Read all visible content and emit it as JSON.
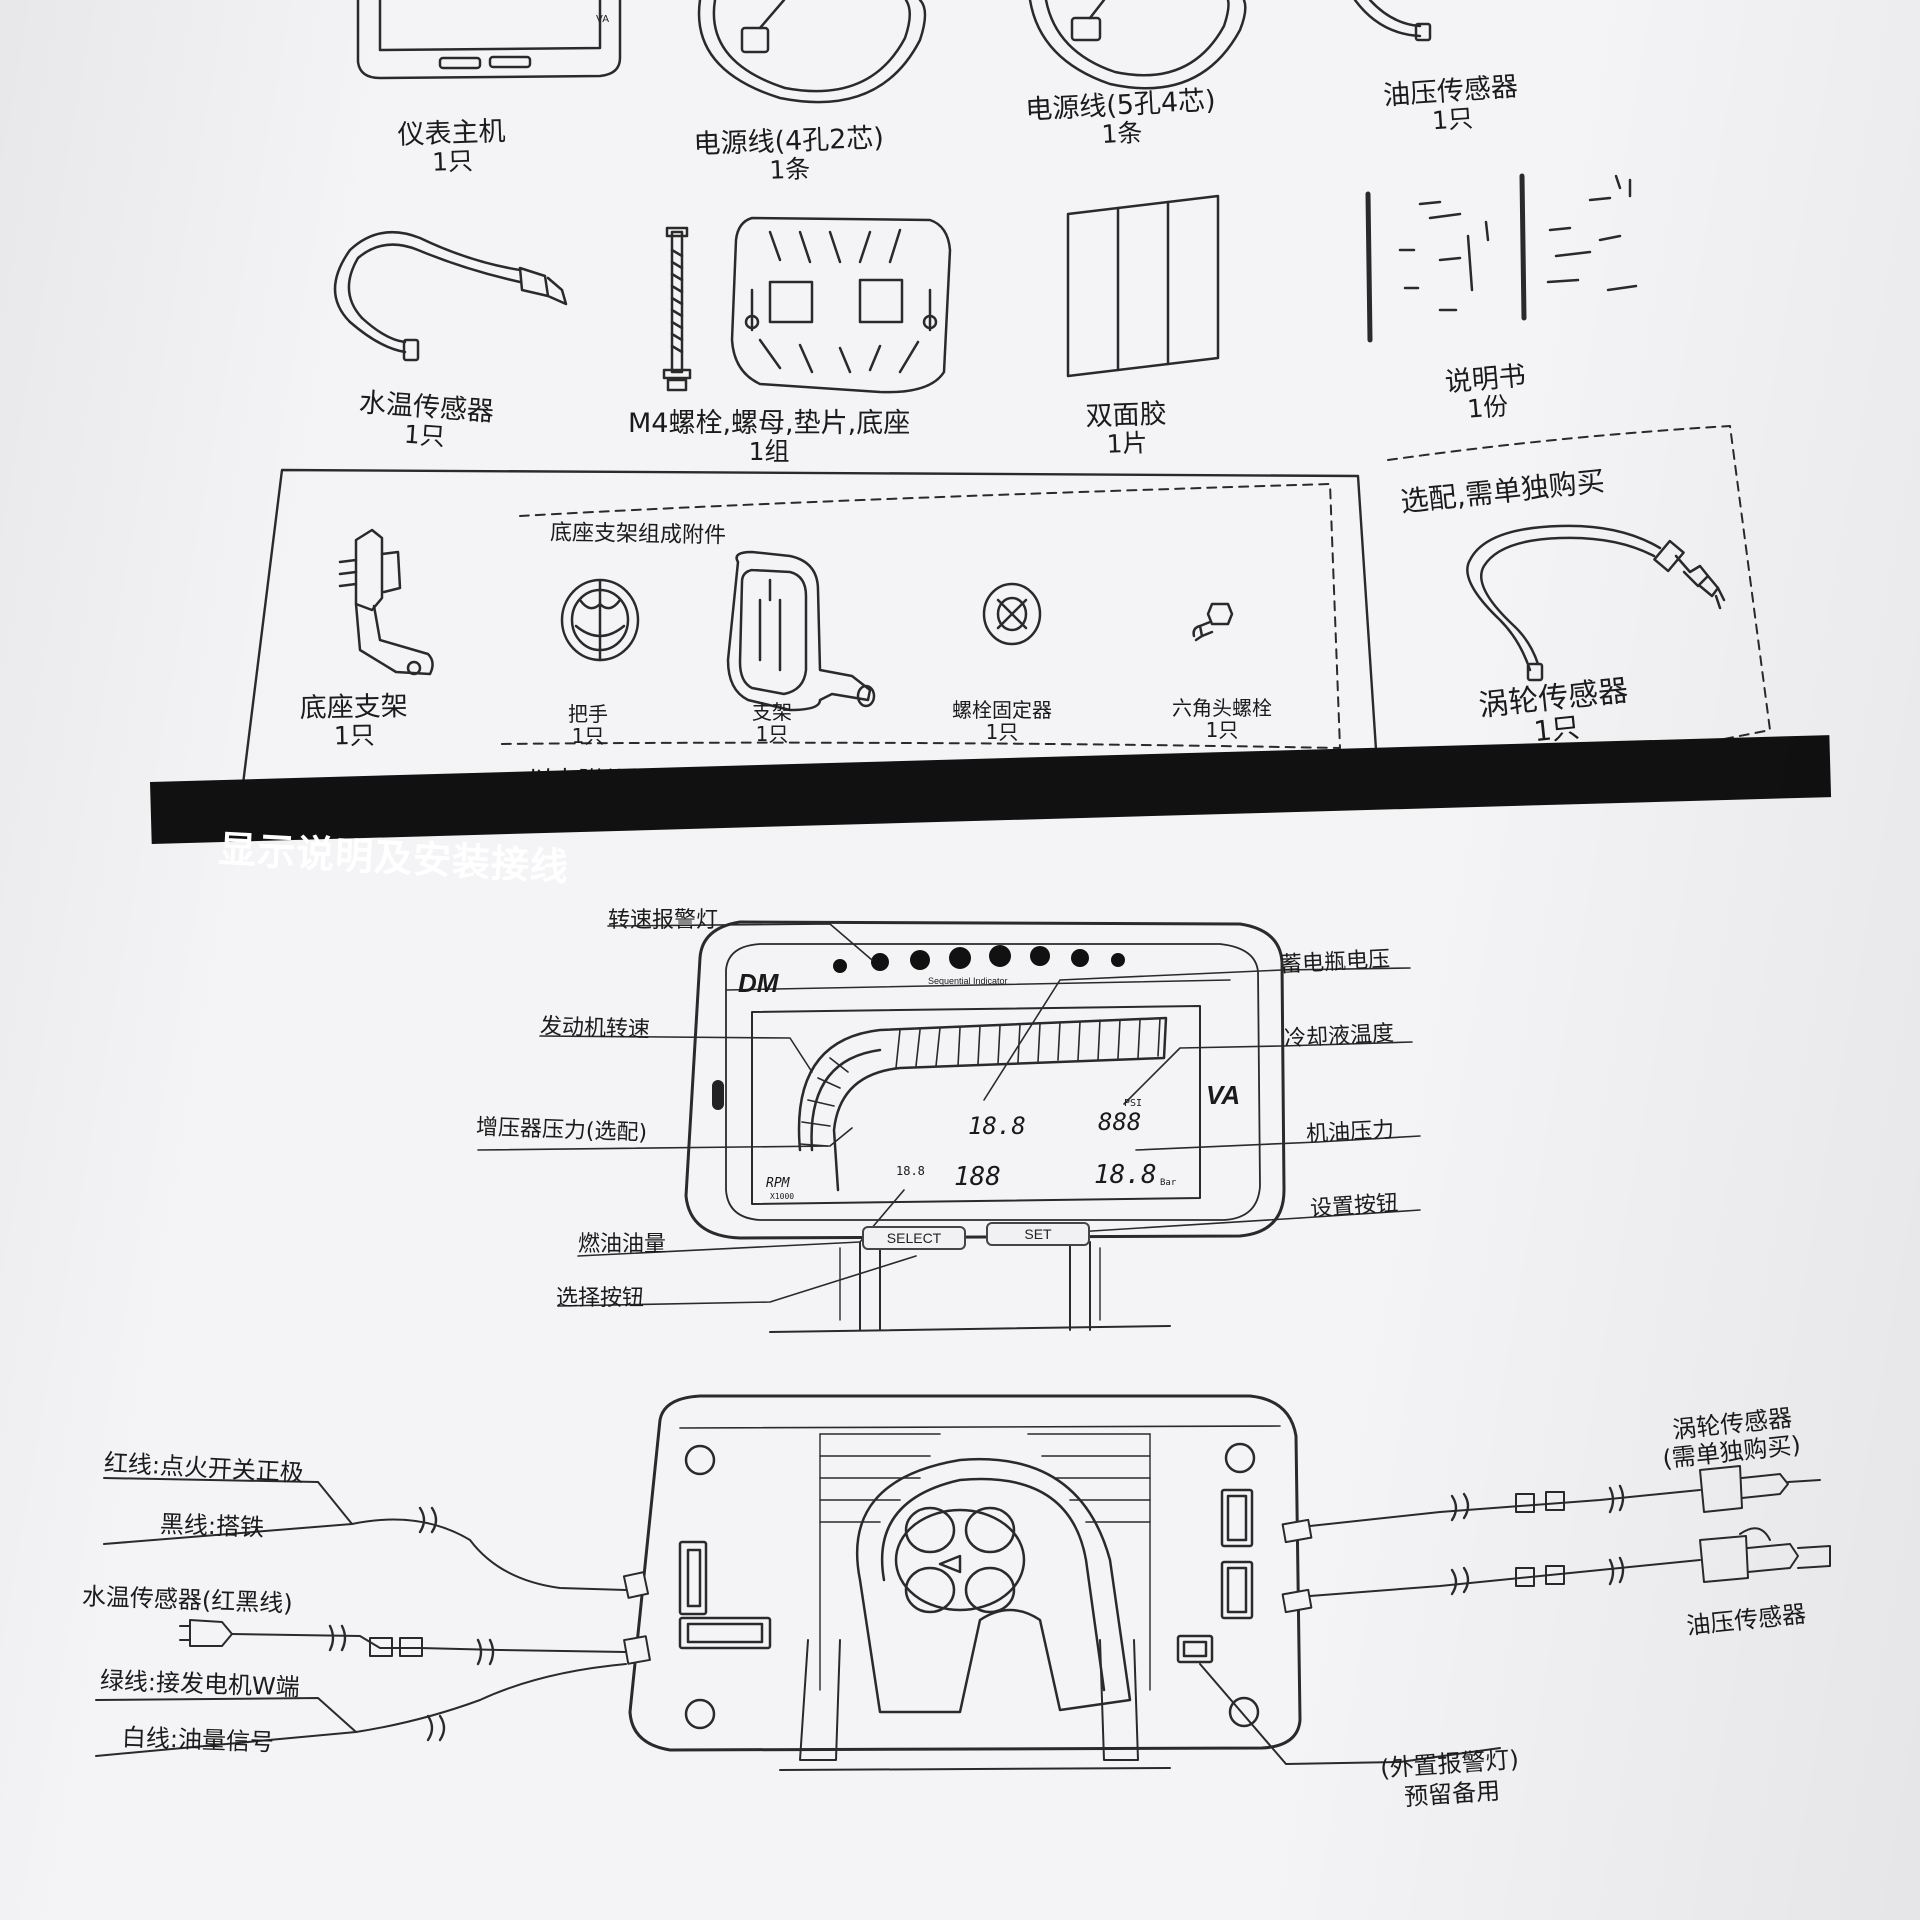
{
  "parts": [
    {
      "name": "仪表主机",
      "qty": "1只"
    },
    {
      "name": "电源线(4孔2芯)",
      "qty": "1条"
    },
    {
      "name": "电源线(5孔4芯)",
      "qty": "1条"
    },
    {
      "name": "油压传感器",
      "qty": "1只"
    },
    {
      "name": "水温传感器",
      "qty": "1只"
    },
    {
      "name": "M4螺栓,螺母,垫片,底座",
      "qty": "1组"
    },
    {
      "name": "双面胶",
      "qty": "1片"
    },
    {
      "name": "说明书",
      "qty": "1份"
    }
  ],
  "bracket": {
    "main": {
      "name": "底座支架",
      "qty": "1只"
    },
    "group_title": "底座支架组成附件",
    "items": [
      {
        "name": "把手",
        "qty": "1只"
      },
      {
        "name": "支架",
        "qty": "1只"
      },
      {
        "name": "螺栓固定器",
        "qty": "1只"
      },
      {
        "name": "六角头螺栓",
        "qty": "1只"
      }
    ],
    "footer": "以上附件组成底座支架"
  },
  "optional": {
    "title": "选配,需单独购买",
    "name": "涡轮传感器",
    "qty": "1只"
  },
  "section": {
    "title": "显示说明及安装接线"
  },
  "gauge": {
    "brand": "DM",
    "brand_right": "VA",
    "indicator_text": "Sequential Indicator",
    "rpm_label": "RPM",
    "rpm_unit": "X1000",
    "volt_value": "18.8",
    "temp_value": "888",
    "boost_value": "18.8",
    "fuel_value": "188",
    "oil_value": "18.8",
    "psi_label": "PSI",
    "bar_label": "Bar",
    "select_label": "SELECT",
    "set_label": "SET",
    "callouts": {
      "rpm_warning": "转速报警灯",
      "engine_rpm": "发动机转速",
      "boost": "增压器压力(选配)",
      "fuel": "燃油油量",
      "select": "选择按钮",
      "battery": "蓄电瓶电压",
      "coolant": "冷却液温度",
      "oil": "机油压力",
      "set": "设置按钮"
    }
  },
  "wiring": {
    "red": "红线:点火开关正极",
    "black": "黑线:搭铁",
    "water": "水温传感器(红黑线)",
    "green": "绿线:接发电机W端",
    "white": "白线:油量信号",
    "turbo_line1": "涡轮传感器",
    "turbo_line2": "(需单独购买)",
    "oil_sensor": "油压传感器",
    "ext_line1": "(外置报警灯)",
    "ext_line2": "预留备用"
  }
}
